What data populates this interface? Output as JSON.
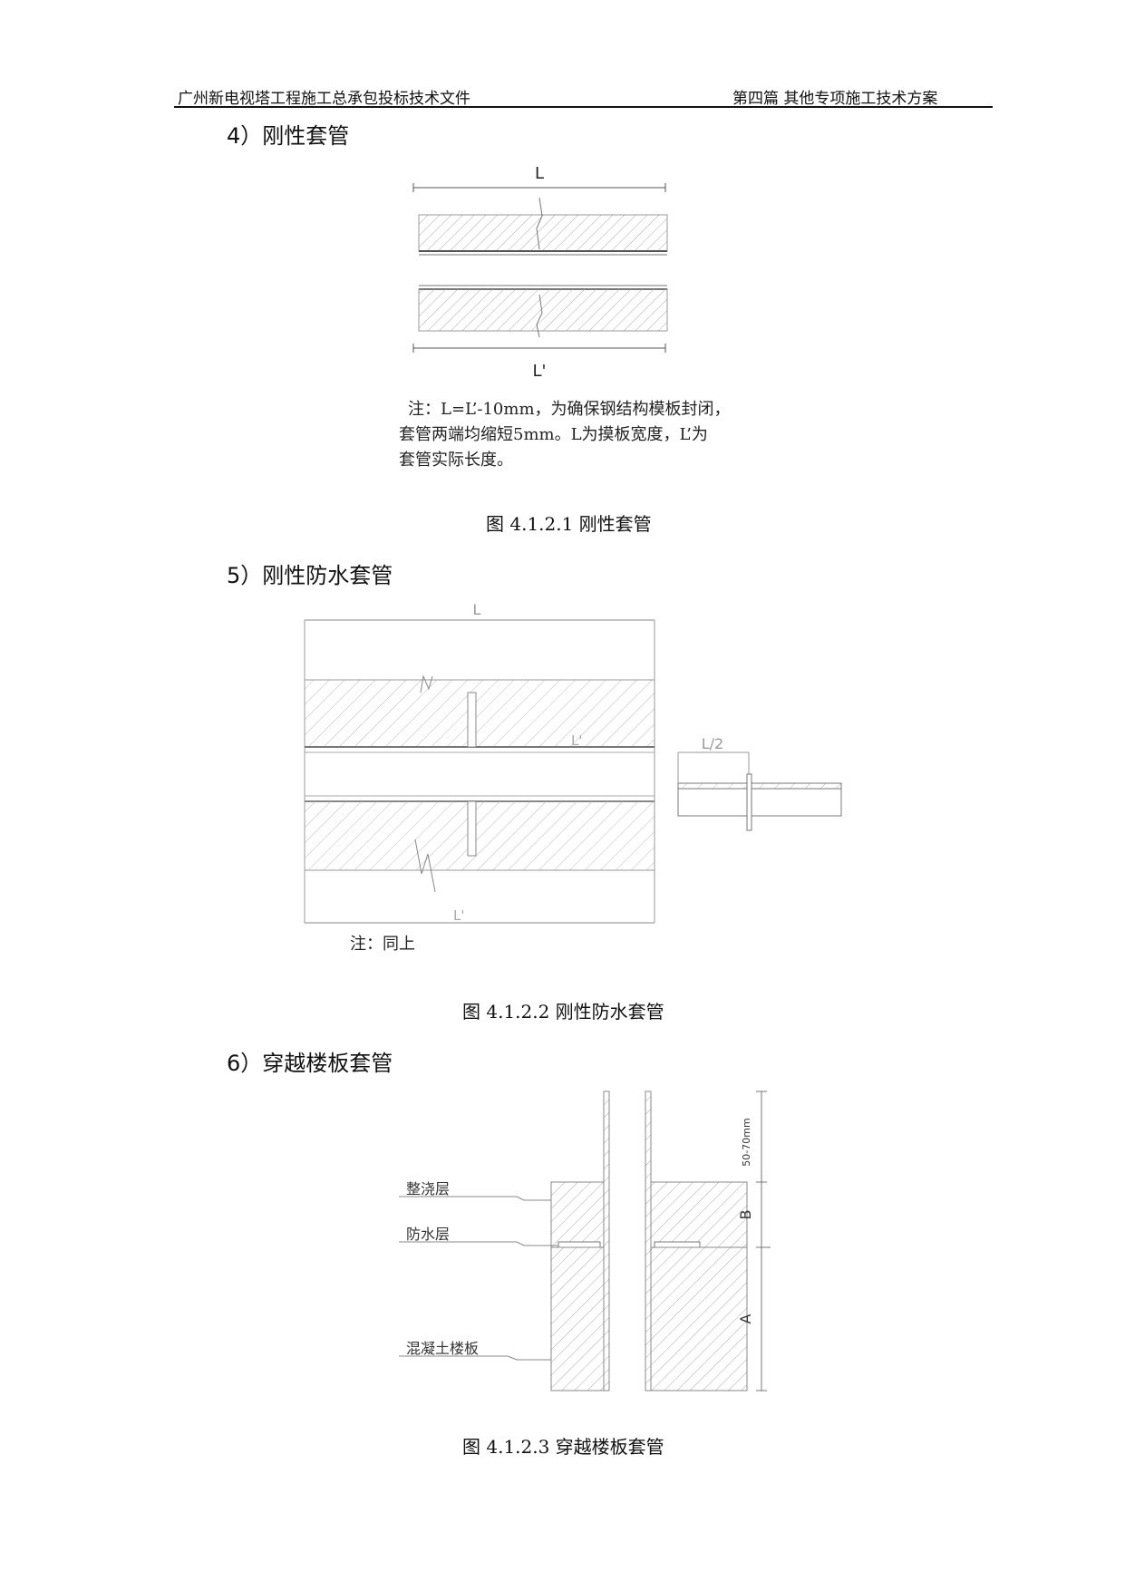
{
  "header": {
    "left": "广州新电视塔工程施工总承包投标技术文件",
    "right": "第四篇 其他专项施工技术方案"
  },
  "sections": [
    {
      "heading": "4）刚性套管",
      "figure": {
        "dim_top": "L",
        "dim_bottom": "L'",
        "note_lines": [
          "注：L=L’-10mm，为确保钢结构模板封闭，",
          "套管两端均缩短5mm。L为摸板宽度，L’为",
          "套管实际长度。"
        ],
        "caption": "图 4.1.2.1  刚性套管"
      }
    },
    {
      "heading": "5）刚性防水套管",
      "figure": {
        "dim_top": "L",
        "dim_mid": "L'",
        "dim_bottom": "L'",
        "dim_side": "L/2",
        "note": "注：同上",
        "caption": "图 4.1.2.2  刚性防水套管"
      }
    },
    {
      "heading": "6）穿越楼板套管",
      "figure": {
        "labels": {
          "topping": "整浇层",
          "waterproof": "防水层",
          "slab": "混凝土楼板"
        },
        "dims": {
          "top": "50-70mm",
          "b": "B",
          "a": "A"
        },
        "caption": "图 4.1.2.3  穿越楼板套管"
      }
    }
  ]
}
